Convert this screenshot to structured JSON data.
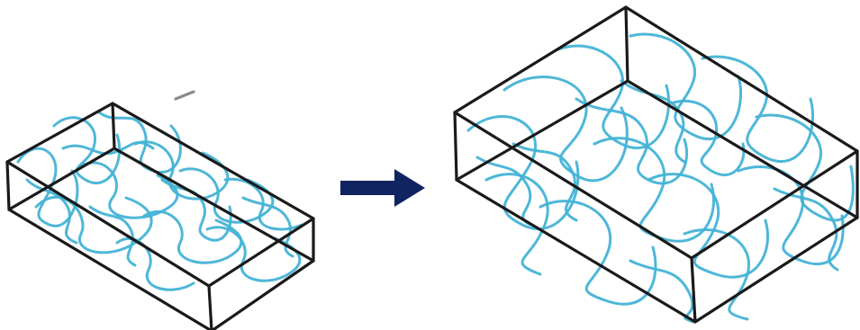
{
  "figure": {
    "caption": "",
    "colors": {
      "box_edge": "#1a1a1a",
      "polymer_chain": "#45b3d6",
      "arrow": "#0f2460",
      "background": "#ffffff"
    },
    "panels": [
      {
        "state": "initial",
        "shape": "flat-box",
        "content": "tangled-polymer-chains"
      },
      {
        "state": "final",
        "shape": "expanded-box",
        "content": "tangled-polymer-chains"
      }
    ],
    "transition_icon": "right-arrow-icon"
  }
}
